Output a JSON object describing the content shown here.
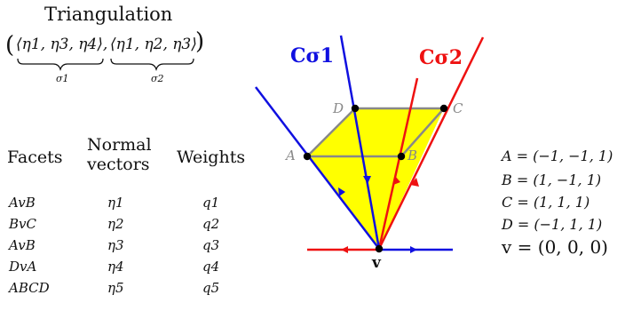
{
  "title": "Triangulation",
  "triangulation": {
    "open": "(",
    "sigma1_body": "⟨η1, η3, η4⟩,",
    "sigma2_body": "⟨η1, η2, η3⟩",
    "close": ")",
    "sigma1_label": "σ1",
    "sigma2_label": "σ2"
  },
  "table": {
    "headers": {
      "facets": "Facets",
      "normal_line1": "Normal",
      "normal_line2": "vectors",
      "weights": "Weights"
    },
    "rows": [
      {
        "facet": "AvB",
        "normal": "η1",
        "weight": "q1"
      },
      {
        "facet": "BvC",
        "normal": "η2",
        "weight": "q2"
      },
      {
        "facet": "AvB",
        "normal": "η3",
        "weight": "q3"
      },
      {
        "facet": "DvA",
        "normal": "η4",
        "weight": "q4"
      },
      {
        "facet": "ABCD",
        "normal": "η5",
        "weight": "q5"
      }
    ]
  },
  "diagram": {
    "cone1_label": "Cσ1",
    "cone2_label": "Cσ2",
    "vertex_labels": {
      "A": "A",
      "B": "B",
      "C": "C",
      "D": "D",
      "v": "v"
    },
    "colors": {
      "cone1": "#1010e0",
      "cone2": "#ee1111",
      "fill": "#ffff00",
      "edge": "#888888"
    }
  },
  "coordinates": [
    "A = (−1, −1, 1)",
    "B = (1, −1, 1)",
    "C = (1, 1, 1)",
    "D = (−1, 1, 1)",
    "v = (0, 0, 0)"
  ]
}
